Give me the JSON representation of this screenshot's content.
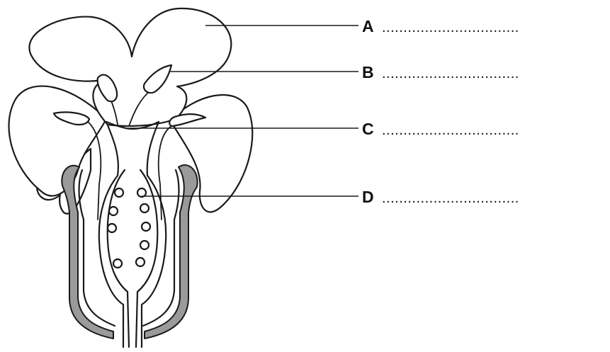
{
  "labels": [
    {
      "id": "A",
      "letter": "A",
      "answer_line": "................................"
    },
    {
      "id": "B",
      "letter": "B",
      "answer_line": "................................"
    },
    {
      "id": "C",
      "letter": "C",
      "answer_line": "................................"
    },
    {
      "id": "D",
      "letter": "D",
      "answer_line": "................................"
    }
  ]
}
